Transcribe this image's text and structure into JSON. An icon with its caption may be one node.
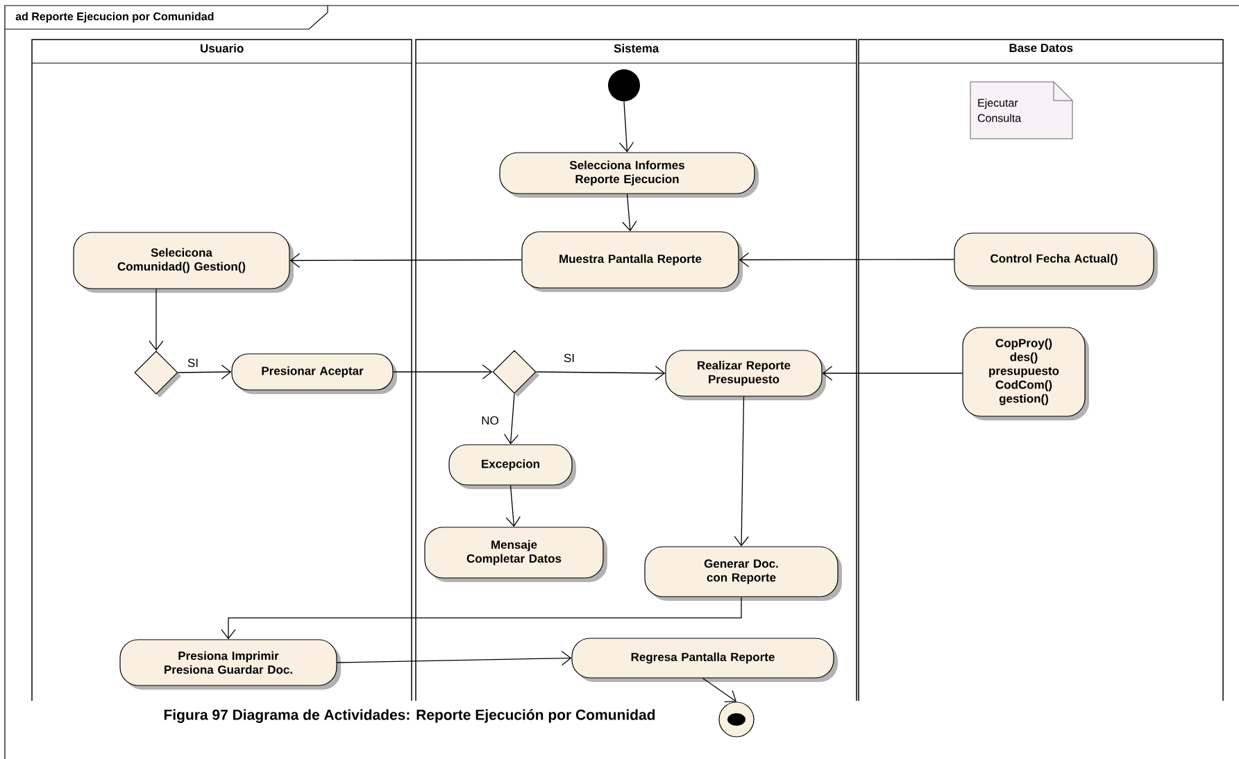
{
  "diagram": {
    "title": "ad Reporte Ejecucion por Comunidad",
    "caption": "Figura 97 Diagrama de Actividades: Reporte Ejecución por Comunidad",
    "nodes": [
      {
        "text": [
          "Usuario"
        ]
      },
      {
        "text": [
          "Sistema"
        ]
      },
      {
        "text": [
          "Base Datos"
        ]
      },
      {
        "text": [],
        "shape": "circle",
        "in": 1
      },
      {
        "text": [
          "Ejecutar Consulta"
        ],
        "in": 2
      },
      {
        "text": [
          "Selecciona Informes Reporte Ejecucion"
        ],
        "in": 1
      },
      {
        "text": [
          "Selecicona Comunidad() Gestion()"
        ],
        "in": 0
      },
      {
        "text": [
          "Muestra Pantalla Reporte"
        ],
        "in": 1
      },
      {
        "text": [
          "Control Fecha Actual()"
        ],
        "in": 2
      },
      {
        "text": [],
        "shape": "diamond",
        "in": 0
      },
      {
        "text": [
          "Presionar Aceptar"
        ],
        "in": 0
      },
      {
        "text": [],
        "shape": "diamond",
        "in": 1
      },
      {
        "text": [
          "Realizar Reporte Presupuesto"
        ],
        "in": 1
      },
      {
        "text": [
          "CopProy() des() presupuesto CodCom() gestion()"
        ],
        "in": 2
      },
      {
        "text": [
          "Excepcion"
        ],
        "in": 1
      },
      {
        "text": [
          "Mensaje Completar Datos"
        ],
        "in": 1
      },
      {
        "text": [
          "Generar Doc. con Reporte"
        ],
        "in": 1
      },
      {
        "text": [
          "Presiona Imprimir Presiona Guardar Doc."
        ],
        "in": 0
      },
      {
        "text": [
          "Regresa Pantalla Reporte"
        ],
        "in": 1
      },
      {
        "text": [],
        "shape": "circle"
      }
    ],
    "edges": [
      {
        "from": 3,
        "to": 5,
        "arrow": "to"
      },
      {
        "from": 5,
        "to": 7,
        "arrow": "to"
      },
      {
        "from": 7,
        "to": 6,
        "arrow": "to"
      },
      {
        "from": 8,
        "to": 7,
        "arrow": "to"
      },
      {
        "from": 6,
        "to": 9,
        "arrow": "to"
      },
      {
        "from": 9,
        "to": 10,
        "arrow": "to",
        "label": "SI"
      },
      {
        "from": 10,
        "to": 11,
        "arrow": "to"
      },
      {
        "from": 11,
        "to": 12,
        "arrow": "to",
        "label": "SI"
      },
      {
        "from": 11,
        "to": 14,
        "arrow": "to",
        "label": "NO"
      },
      {
        "from": 13,
        "to": 12,
        "arrow": "to"
      },
      {
        "from": 14,
        "to": 15,
        "arrow": "to"
      },
      {
        "from": 12,
        "to": 16,
        "arrow": "to"
      },
      {
        "from": 16,
        "to": 17,
        "arrow": "to"
      },
      {
        "from": 17,
        "to": 18,
        "arrow": "to"
      },
      {
        "from": 18,
        "to": 19,
        "arrow": "to"
      }
    ]
  }
}
